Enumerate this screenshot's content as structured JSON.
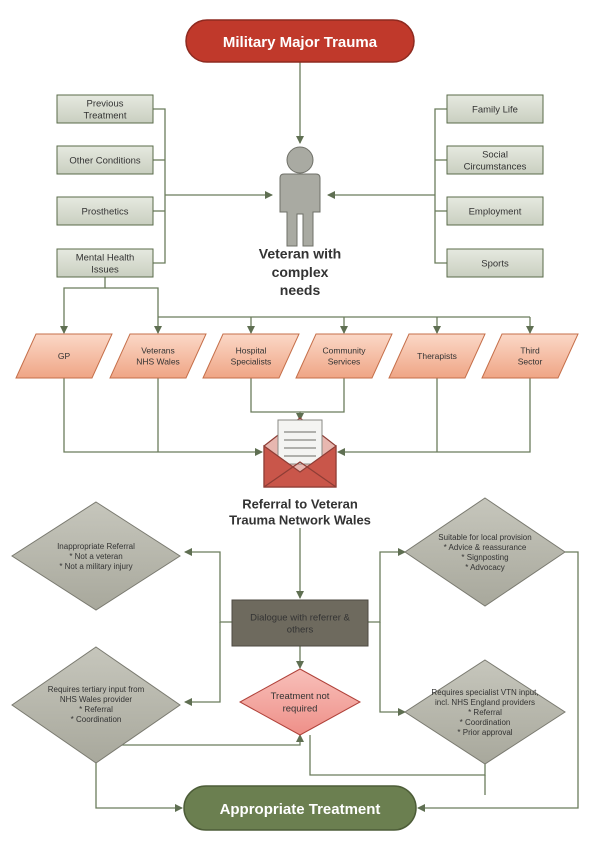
{
  "title": "Military Major Trauma",
  "veteran_label": [
    "Veteran with",
    "complex",
    "needs"
  ],
  "left_factors": [
    [
      "Previous",
      "Treatment"
    ],
    [
      "Other Conditions"
    ],
    [
      "Prosthetics"
    ],
    [
      "Mental Health",
      "Issues"
    ]
  ],
  "right_factors": [
    [
      "Family Life"
    ],
    [
      "Social",
      "Circumstances"
    ],
    [
      "Employment"
    ],
    [
      "Sports"
    ]
  ],
  "referrers": [
    [
      "GP"
    ],
    [
      "Veterans",
      "NHS Wales"
    ],
    [
      "Hospital",
      "Specialists"
    ],
    [
      "Community",
      "Services"
    ],
    [
      "Therapists"
    ],
    [
      "Third",
      "Sector"
    ]
  ],
  "referral_label": [
    "Referral to Veteran",
    "Trauma Network Wales"
  ],
  "dialogue_label": [
    "Dialogue with referrer &",
    "others"
  ],
  "outcomes": {
    "inappropriate": [
      "Inappropriate Referral",
      "* Not a veteran",
      "* Not a military injury"
    ],
    "tertiary": [
      "Requires tertiary input from",
      "NHS Wales provider",
      "* Referral",
      "* Coordination"
    ],
    "local": [
      "Suitable for local provision",
      "* Advice & reassurance",
      "* Signposting",
      "* Advocacy"
    ],
    "specialist": [
      "Requires specialist VTN input,",
      "incl. NHS England providers",
      "* Referral",
      "* Coordination",
      "* Prior approval"
    ],
    "not_required": [
      "Treatment not",
      "required"
    ]
  },
  "appropriate_treatment": "Appropriate Treatment",
  "colors": {
    "red": "#c0392b",
    "green": "#6b7f50",
    "grey_box": "#d7dbd0",
    "box_border": "#5a6b4a",
    "orange": "#f2b59a",
    "diamond": "#b8b8ae",
    "dialogue": "#6e6a5e",
    "pink": "#f4a6a0",
    "line": "#6b7c5c"
  }
}
